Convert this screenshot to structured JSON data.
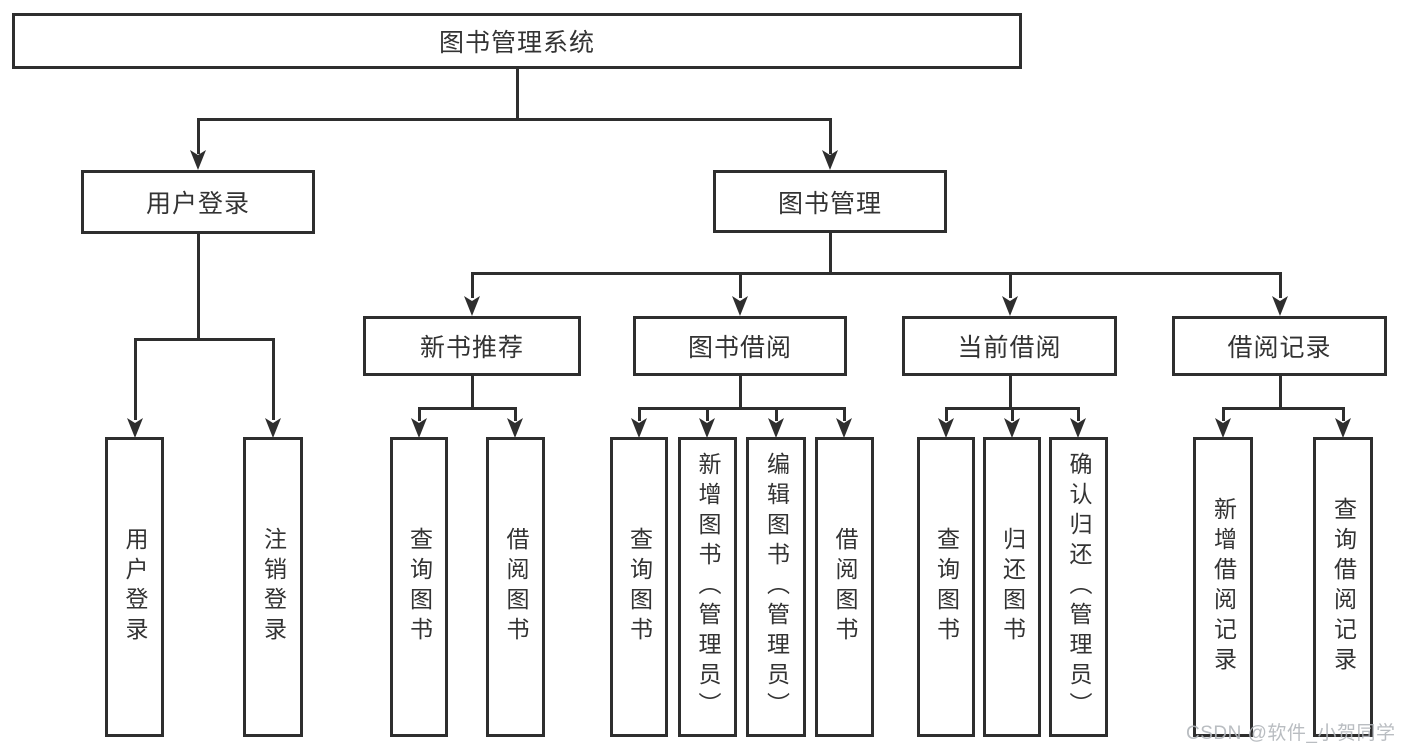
{
  "tree": {
    "root": {
      "label": "图书管理系统"
    },
    "branches": [
      {
        "label": "用户登录",
        "children": [
          {
            "label": "用户登录"
          },
          {
            "label": "注销登录"
          }
        ]
      },
      {
        "label": "图书管理",
        "children": [
          {
            "label": "新书推荐",
            "children": [
              {
                "label": "查询图书"
              },
              {
                "label": "借阅图书"
              }
            ]
          },
          {
            "label": "图书借阅",
            "children": [
              {
                "label": "查询图书"
              },
              {
                "label": "新增图书（管理员）"
              },
              {
                "label": "编辑图书（管理员）"
              },
              {
                "label": "借阅图书"
              }
            ]
          },
          {
            "label": "当前借阅",
            "children": [
              {
                "label": "查询图书"
              },
              {
                "label": "归还图书"
              },
              {
                "label": "确认归还（管理员）"
              }
            ]
          },
          {
            "label": "借阅记录",
            "children": [
              {
                "label": "新增借阅记录"
              },
              {
                "label": "查询借阅记录"
              }
            ]
          }
        ]
      }
    ]
  },
  "watermark": {
    "text": "CSDN @软件_小贺同学"
  },
  "colors": {
    "line": "#2e2e2e",
    "text": "#333333",
    "box_background": "#ffffff",
    "watermark": "#b2b6bb"
  }
}
